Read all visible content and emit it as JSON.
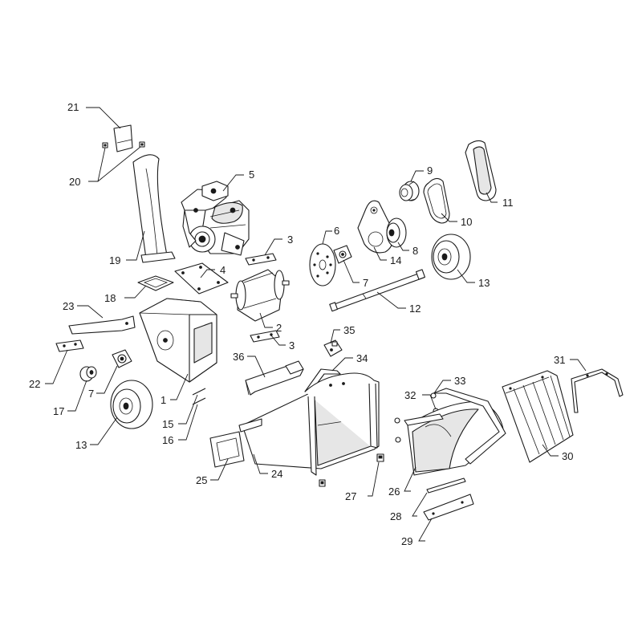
{
  "callouts": {
    "c1": "1",
    "c2": "2",
    "c3a": "3",
    "c3b": "3",
    "c4": "4",
    "c5": "5",
    "c6": "6",
    "c7a": "7",
    "c7b": "7",
    "c8": "8",
    "c9": "9",
    "c10": "10",
    "c11": "11",
    "c12": "12",
    "c13a": "13",
    "c13b": "13",
    "c14": "14",
    "c15": "15",
    "c16": "16",
    "c17": "17",
    "c18": "18",
    "c19": "19",
    "c20": "20",
    "c21": "21",
    "c22": "22",
    "c23": "23",
    "c24": "24",
    "c25": "25",
    "c26": "26",
    "c27": "27",
    "c28": "28",
    "c29": "29",
    "c30": "30",
    "c31": "31",
    "c32": "32",
    "c33": "33",
    "c34": "34",
    "c35": "35",
    "c36": "36"
  },
  "colors": {
    "line": "#1a1a1a",
    "fill": "#ffffff",
    "shade": "#e6e6e6"
  }
}
